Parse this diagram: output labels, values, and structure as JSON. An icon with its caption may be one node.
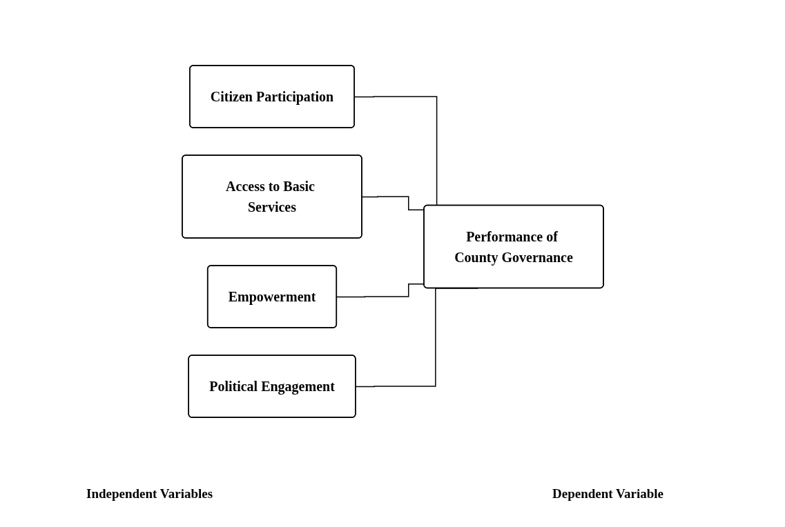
{
  "diagram": {
    "nodes": [
      {
        "text": [
          "Citizen Participation"
        ]
      },
      {
        "text": [
          "Access to Basic Services"
        ]
      },
      {
        "text": [
          "Empowerment"
        ]
      },
      {
        "text": [
          "Political Engagement"
        ]
      },
      {
        "text": [
          "Performance of County Governance"
        ]
      }
    ],
    "edges": [
      {
        "from": 0,
        "to": 4,
        "arrow": "none"
      },
      {
        "from": 1,
        "to": 4,
        "arrow": "none"
      },
      {
        "from": 2,
        "to": 4,
        "arrow": "none"
      },
      {
        "from": 3,
        "to": 4,
        "arrow": "none"
      }
    ],
    "labels": [
      "Independent Variables",
      "Dependent Variable"
    ]
  }
}
